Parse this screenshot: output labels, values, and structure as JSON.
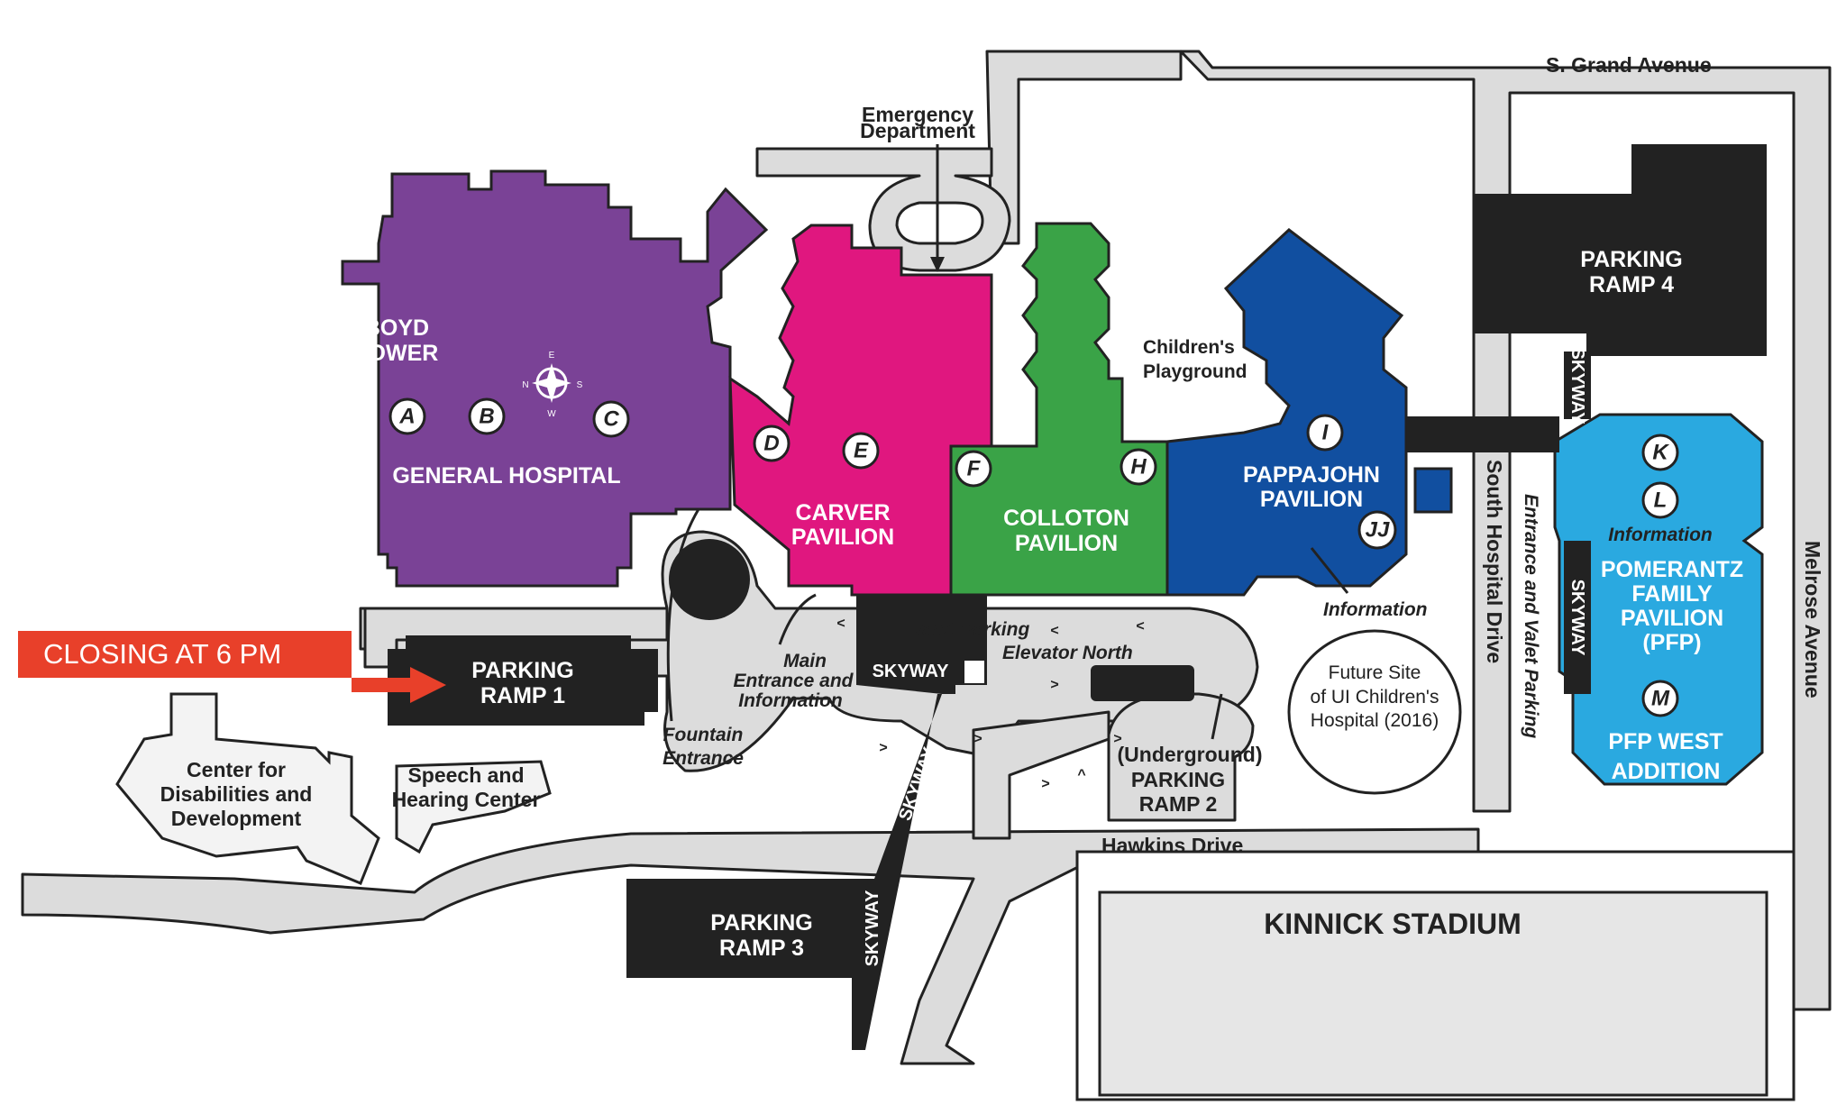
{
  "colors": {
    "general_hospital": "#7a4296",
    "carver": "#e0177f",
    "colloton": "#3aa347",
    "pappajohn": "#114fa0",
    "pomerantz": "#2aa9e0",
    "parking": "#222222",
    "road": "#dcdcdc",
    "banner": "#e8402a"
  },
  "banner": {
    "text": "CLOSING AT 6 PM"
  },
  "roads": {
    "s_grand": "S. Grand Avenue",
    "south_hospital": "South Hospital Drive",
    "entrance_valet": "Entrance and Valet Parking",
    "melrose": "Melrose Avenue",
    "hawkins": "Hawkins Drive"
  },
  "buildings": {
    "boyd": [
      "BOYD",
      "TOWER"
    ],
    "general": "GENERAL HOSPITAL",
    "carver": [
      "CARVER",
      "PAVILION"
    ],
    "colloton": [
      "COLLOTON",
      "PAVILION"
    ],
    "pappajohn": [
      "PAPPAJOHN",
      "PAVILION"
    ],
    "pomerantz": [
      "POMERANTZ",
      "FAMILY",
      "PAVILION",
      "(PFP)"
    ],
    "pfp_west": [
      "PFP WEST",
      "ADDITION"
    ],
    "kinnick": "KINNICK STADIUM",
    "cdd": [
      "Center for",
      "Disabilities and",
      "Development"
    ],
    "speech": [
      "Speech and",
      "Hearing Center"
    ],
    "future": [
      "Future Site",
      "of UI Children's",
      "Hospital (2016)"
    ]
  },
  "parking": {
    "ramp1": [
      "PARKING",
      "RAMP 1"
    ],
    "ramp2": [
      "(Underground)",
      "PARKING",
      "RAMP 2"
    ],
    "ramp3": [
      "PARKING",
      "RAMP 3"
    ],
    "ramp4": [
      "PARKING",
      "RAMP 4"
    ]
  },
  "skyway_label": "SKYWAY",
  "letters": [
    "A",
    "B",
    "C",
    "D",
    "E",
    "F",
    "H",
    "I",
    "JJ",
    "K",
    "L",
    "M"
  ],
  "notes": {
    "emergency": [
      "Emergency",
      "Department"
    ],
    "playground": [
      "Children's",
      "Playground"
    ],
    "information": "Information",
    "pfp_information": "Information",
    "valet": "Valet Parking",
    "elevator": "Elevator North",
    "main_entrance": [
      "Main",
      "Entrance and",
      "Information"
    ],
    "fountain": [
      "Fountain",
      "Entrance"
    ]
  },
  "compass": {
    "n": "N",
    "e": "E",
    "s": "S",
    "w": "W"
  }
}
